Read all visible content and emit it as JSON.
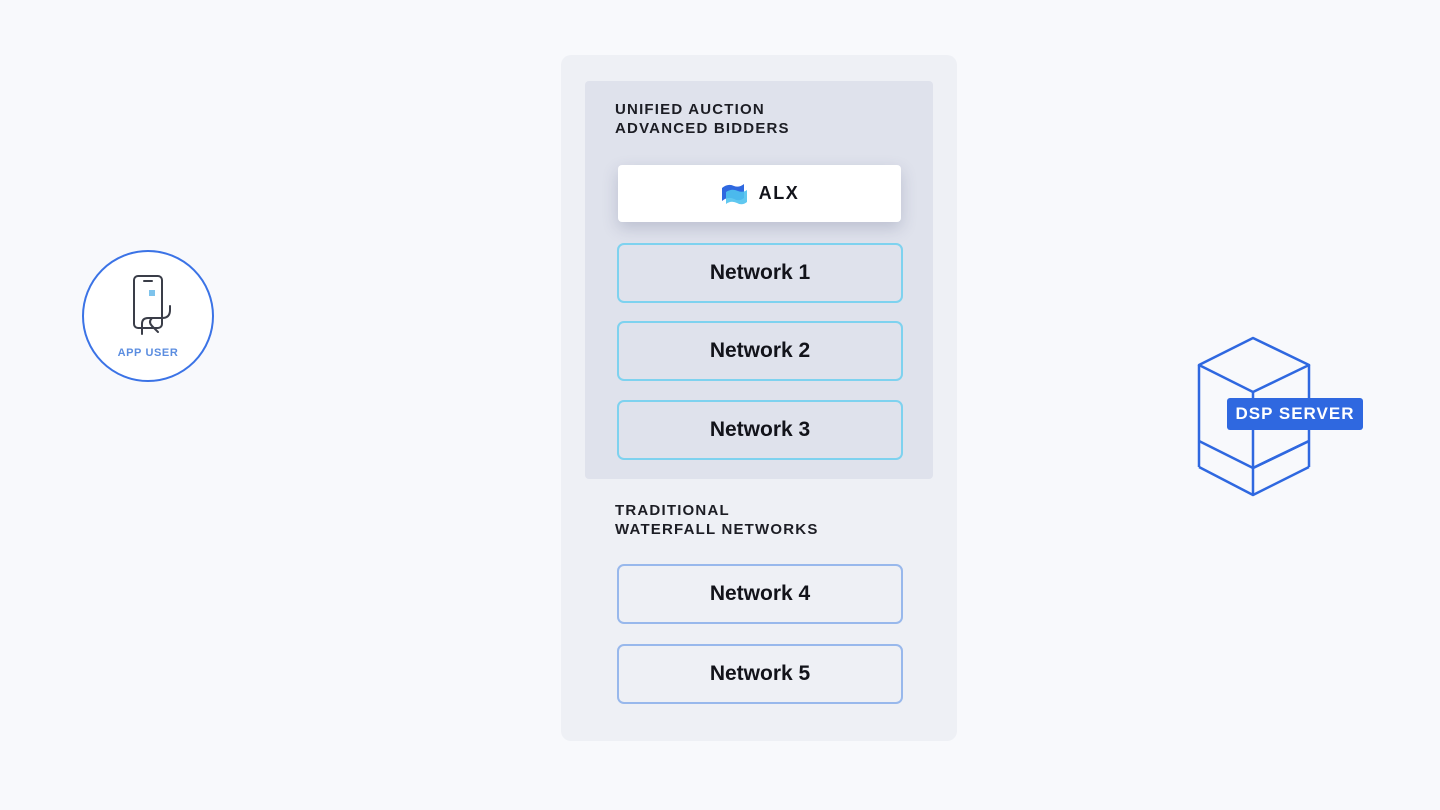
{
  "app_user": {
    "label": "APP USER",
    "icon": "hand-holding-phone-icon"
  },
  "unified_auction": {
    "title_line1": "UNIFIED AUCTION",
    "title_line2": "ADVANCED BIDDERS",
    "top_bidder": {
      "name": "ALX",
      "icon": "alx-logo-icon"
    },
    "networks": [
      "Network 1",
      "Network 2",
      "Network 3"
    ]
  },
  "waterfall": {
    "title_line1": "TRADITIONAL",
    "title_line2": "WATERFALL NETWORKS",
    "networks": [
      "Network 4",
      "Network 5"
    ]
  },
  "dsp_server": {
    "label": "DSP SERVER",
    "icon": "cube-server-icon"
  },
  "colors": {
    "background": "#f8f9fc",
    "panel": "#eef0f5",
    "unified_panel": "#dfe2ec",
    "accent_blue": "#2f68e0",
    "bidder_border": "#7ed2ef",
    "waterfall_border": "#98b8ec"
  }
}
